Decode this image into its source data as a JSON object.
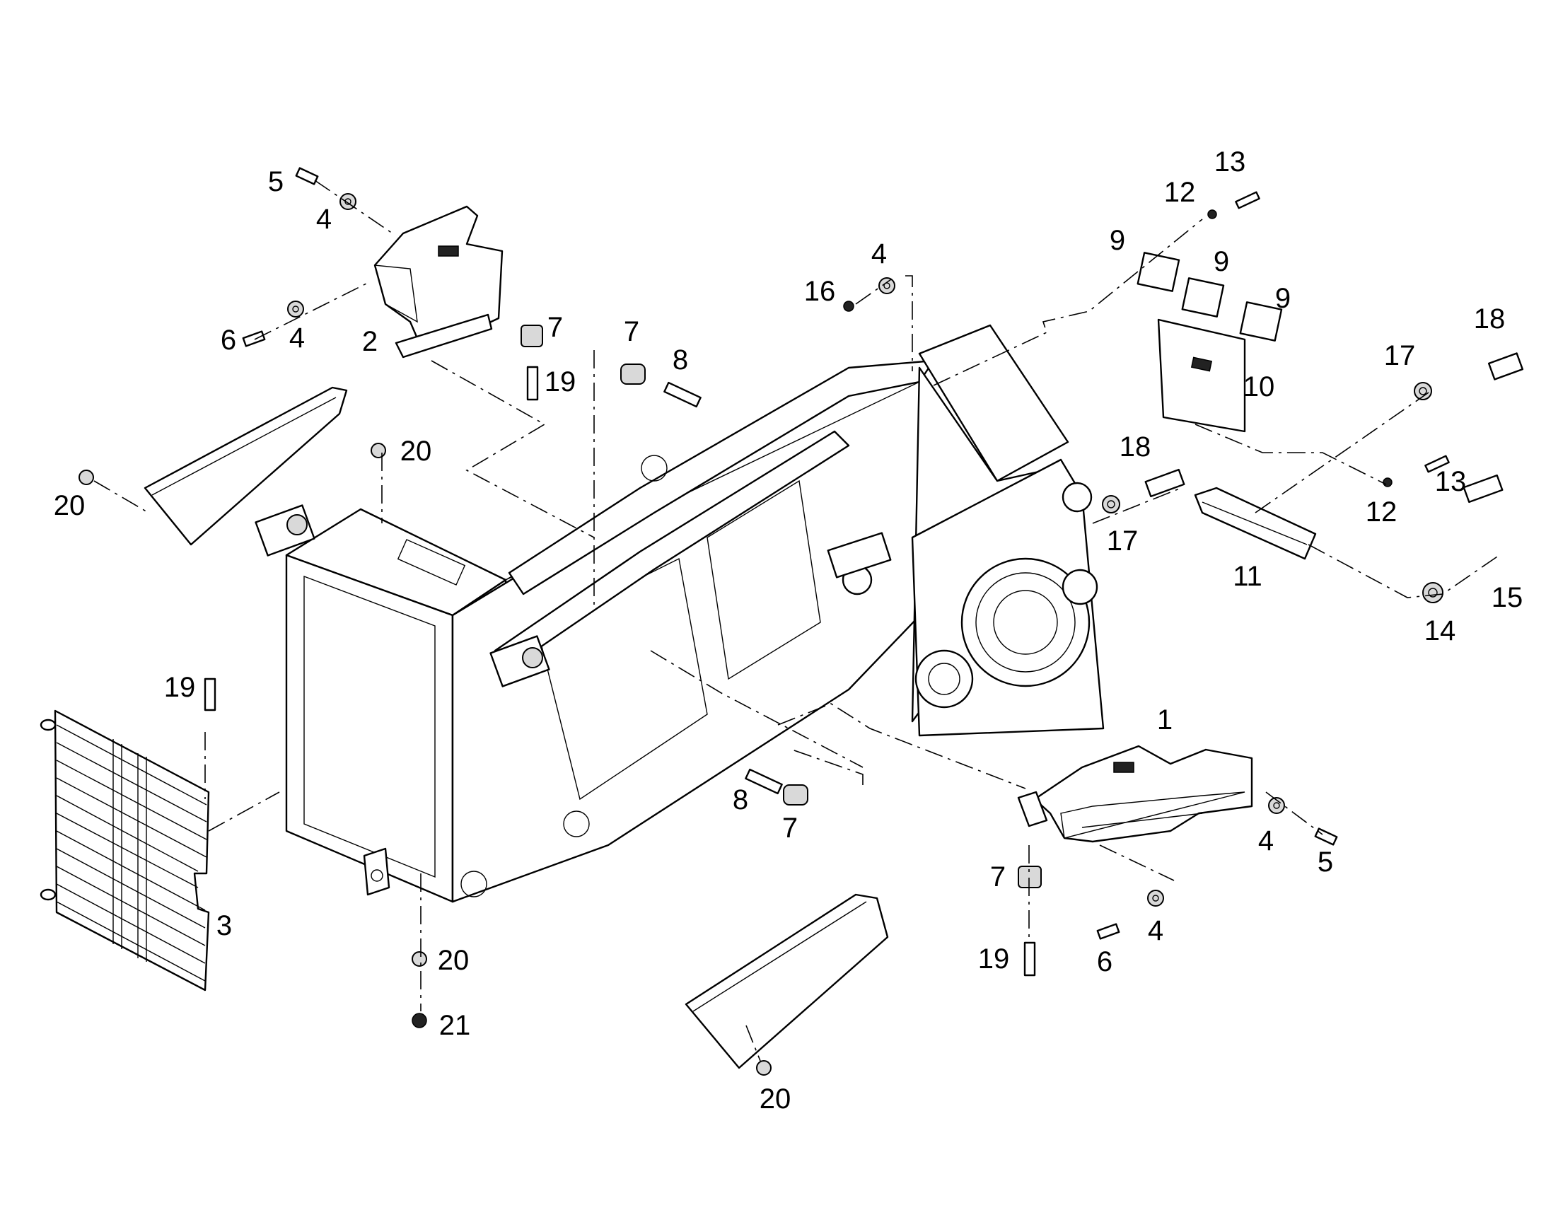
{
  "diagram": {
    "type": "exploded parts diagram",
    "callouts": [
      {
        "id": "c1",
        "text": "1"
      },
      {
        "id": "c2",
        "text": "2"
      },
      {
        "id": "c3",
        "text": "3"
      },
      {
        "id": "c4a",
        "text": "4"
      },
      {
        "id": "c4b",
        "text": "4"
      },
      {
        "id": "c4c",
        "text": "4"
      },
      {
        "id": "c4d",
        "text": "4"
      },
      {
        "id": "c4e",
        "text": "4"
      },
      {
        "id": "c5a",
        "text": "5"
      },
      {
        "id": "c5b",
        "text": "5"
      },
      {
        "id": "c6a",
        "text": "6"
      },
      {
        "id": "c6b",
        "text": "6"
      },
      {
        "id": "c7a",
        "text": "7"
      },
      {
        "id": "c7b",
        "text": "7"
      },
      {
        "id": "c7c",
        "text": "7"
      },
      {
        "id": "c7d",
        "text": "7"
      },
      {
        "id": "c8a",
        "text": "8"
      },
      {
        "id": "c8b",
        "text": "8"
      },
      {
        "id": "c9a",
        "text": "9"
      },
      {
        "id": "c9b",
        "text": "9"
      },
      {
        "id": "c9c",
        "text": "9"
      },
      {
        "id": "c10",
        "text": "10"
      },
      {
        "id": "c11",
        "text": "11"
      },
      {
        "id": "c12a",
        "text": "12"
      },
      {
        "id": "c12b",
        "text": "12"
      },
      {
        "id": "c13a",
        "text": "13"
      },
      {
        "id": "c13b",
        "text": "13"
      },
      {
        "id": "c14",
        "text": "14"
      },
      {
        "id": "c15",
        "text": "15"
      },
      {
        "id": "c16",
        "text": "16"
      },
      {
        "id": "c17a",
        "text": "17"
      },
      {
        "id": "c17b",
        "text": "17"
      },
      {
        "id": "c18a",
        "text": "18"
      },
      {
        "id": "c18b",
        "text": "18"
      },
      {
        "id": "c19a",
        "text": "19"
      },
      {
        "id": "c19b",
        "text": "19"
      },
      {
        "id": "c19c",
        "text": "19"
      },
      {
        "id": "c20a",
        "text": "20"
      },
      {
        "id": "c20b",
        "text": "20"
      },
      {
        "id": "c20c",
        "text": "20"
      },
      {
        "id": "c20d",
        "text": "20"
      },
      {
        "id": "c21",
        "text": "21"
      }
    ]
  }
}
